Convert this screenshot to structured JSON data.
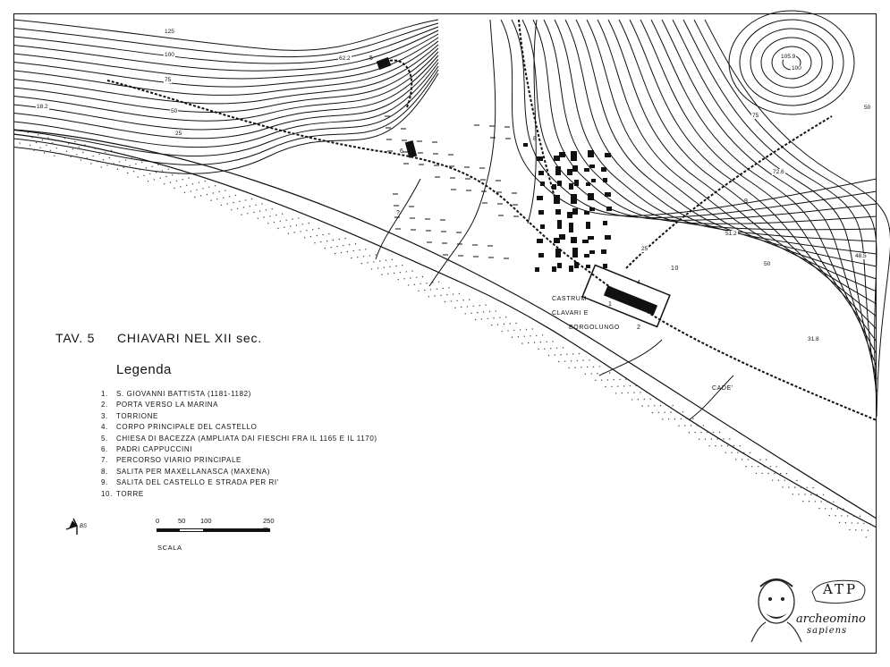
{
  "map": {
    "title_number": "TAV. 5",
    "title": "CHIAVARI NEL XII sec.",
    "legend_heading": "Legenda",
    "legend": [
      {
        "n": "1.",
        "text": "S. GIOVANNI BATTISTA  (1181-1182)"
      },
      {
        "n": "2.",
        "text": "PORTA VERSO LA MARINA"
      },
      {
        "n": "3.",
        "text": "TORRIONE"
      },
      {
        "n": "4.",
        "text": "CORPO PRINCIPALE DEL CASTELLO"
      },
      {
        "n": "5.",
        "text": "CHIESA DI BACEZZA  (AMPLIATA DAI FIESCHI FRA IL 1165 E IL 1170)"
      },
      {
        "n": "6.",
        "text": "PADRI CAPPUCCINI"
      },
      {
        "n": "7.",
        "text": "PERCORSO VIARIO PRINCIPALE"
      },
      {
        "n": "8.",
        "text": "SALITA  PER MAXELLANASCA (MAXENA)"
      },
      {
        "n": "9.",
        "text": "SALITA  DEL CASTELLO E STRADA  PER RI'"
      },
      {
        "n": "10.",
        "text": "TORRE"
      }
    ],
    "scale": {
      "ticks": [
        "0",
        "50",
        "100",
        "250 m."
      ],
      "label": "SCALA"
    },
    "north_mark": "BS",
    "place_labels": {
      "castrum_1": "CASTRUM",
      "castrum_2": "CLAVARI E",
      "castrum_3": "BORGOLUNGO",
      "cade": "CADE'"
    },
    "markers": {
      "m1": "1",
      "m2": "2",
      "m4": "4",
      "m5": "5",
      "m6": "6",
      "m7": "?",
      "m8": "8",
      "m9": "9",
      "m10": "10"
    },
    "contour_labels": {
      "c125": "125",
      "c100": "100",
      "c75": "75",
      "c50": "50",
      "c25": "25",
      "p622": "62.2",
      "p182": "18.2",
      "p1059": "105.9",
      "p100r": "100",
      "p75r": "75",
      "p50r": "50",
      "p726": "72.6",
      "p512": "51.2",
      "p485": "48.5",
      "p50b": "50",
      "p318": "31.8",
      "p25c": "25"
    }
  },
  "watermark": {
    "line1": "archeomino",
    "line2": "sapiens",
    "scrawl": "ATP"
  },
  "colors": {
    "ink": "#111111",
    "paper": "#ffffff",
    "sand": "#444444"
  }
}
